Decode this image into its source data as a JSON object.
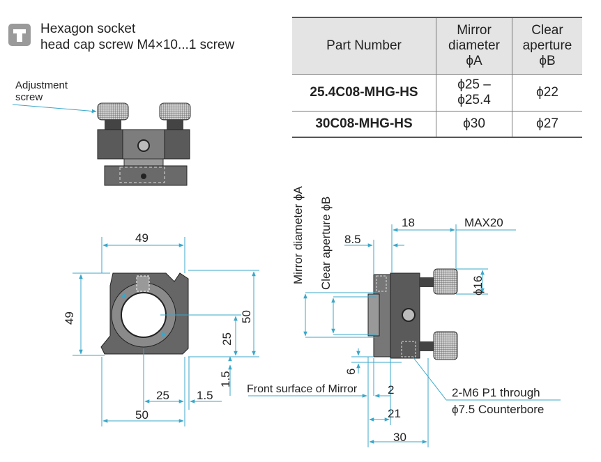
{
  "note": {
    "icon": "hex-socket-screw-icon",
    "line1": "Hexagon socket",
    "line2": "head cap screw M4×10...1 screw"
  },
  "table": {
    "headers": [
      "Part Number",
      "Mirror diameter ϕA",
      "Clear aperture ϕB"
    ],
    "rows": [
      [
        "25.4C08-MHG-HS",
        "ϕ25 – ϕ25.4",
        "ϕ22"
      ],
      [
        "30C08-MHG-HS",
        "ϕ30",
        "ϕ27"
      ]
    ]
  },
  "labels": {
    "adjustment_screw_1": "Adjustment",
    "adjustment_screw_2": "screw",
    "mirror_diameter": "Mirror diameter ϕA",
    "clear_aperture": "Clear aperture ϕB",
    "front_surface": "Front surface of Mirror",
    "thread_1": "2-M6 P1 through",
    "thread_2": "ϕ7.5 Counterbore",
    "max20": "MAX20",
    "phi16": "ϕ16"
  },
  "dimensions": {
    "front_top_width": "49",
    "front_left_height": "49",
    "front_right_height": "50",
    "front_mid_height": "25",
    "front_small_height": "1.5",
    "front_bottom_25": "25",
    "front_bottom_1_5": "1.5",
    "front_bottom_50": "50",
    "side_18": "18",
    "side_8_5": "8.5",
    "side_6": "6",
    "side_2": "2",
    "side_21": "21",
    "side_30": "30"
  },
  "colors": {
    "dimension_line": "#3aa7c9",
    "body_dark": "#3a3a3a",
    "body_mid": "#8a8a8a",
    "header_bg": "#e4e4e4"
  }
}
